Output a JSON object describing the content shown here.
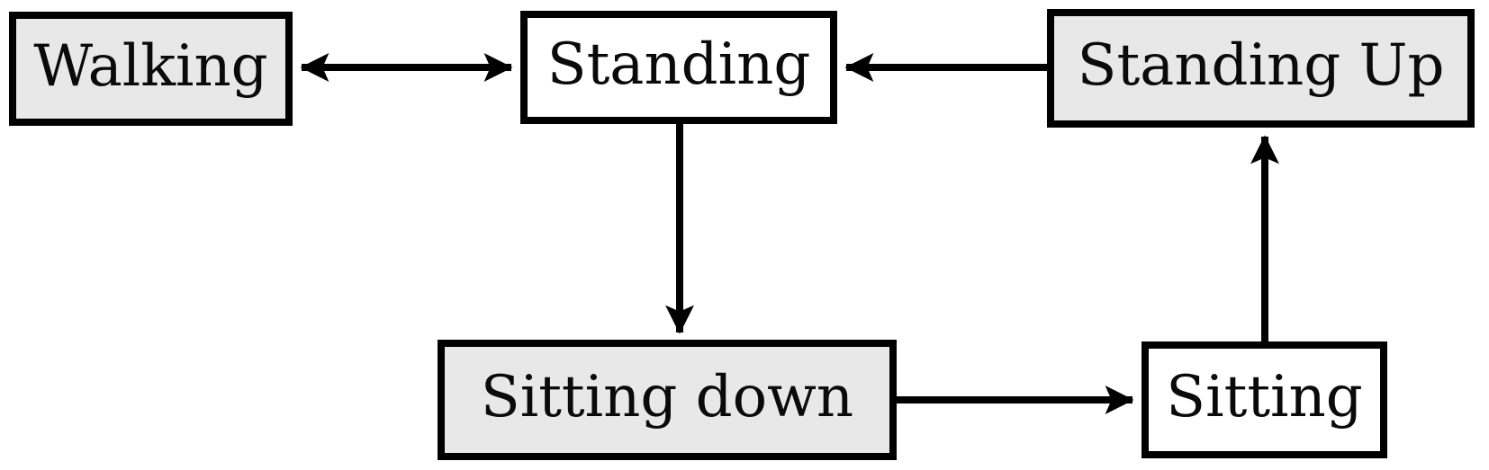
{
  "diagram": {
    "type": "state-transition-diagram",
    "description": "Activity states diagram with transitions between walking, standing, sitting states",
    "background_color": "#ffffff",
    "stroke_color": "#000000",
    "nodes": [
      {
        "id": "walking",
        "label": "Walking",
        "fill": "#e8e8e8"
      },
      {
        "id": "standing",
        "label": "Standing",
        "fill": "#ffffff"
      },
      {
        "id": "standing-up",
        "label": "Standing Up",
        "fill": "#e8e8e8"
      },
      {
        "id": "sitting-down",
        "label": "Sitting down",
        "fill": "#e8e8e8"
      },
      {
        "id": "sitting",
        "label": "Sitting",
        "fill": "#ffffff"
      }
    ],
    "edges": [
      {
        "from": "walking",
        "to": "standing",
        "style": "double-headed",
        "orientation": "horizontal"
      },
      {
        "from": "standing-up",
        "to": "standing",
        "style": "single",
        "orientation": "horizontal"
      },
      {
        "from": "standing",
        "to": "sitting-down",
        "style": "single",
        "orientation": "vertical"
      },
      {
        "from": "sitting-down",
        "to": "sitting",
        "style": "single",
        "orientation": "horizontal"
      },
      {
        "from": "sitting",
        "to": "standing-up",
        "style": "single",
        "orientation": "vertical"
      }
    ]
  }
}
